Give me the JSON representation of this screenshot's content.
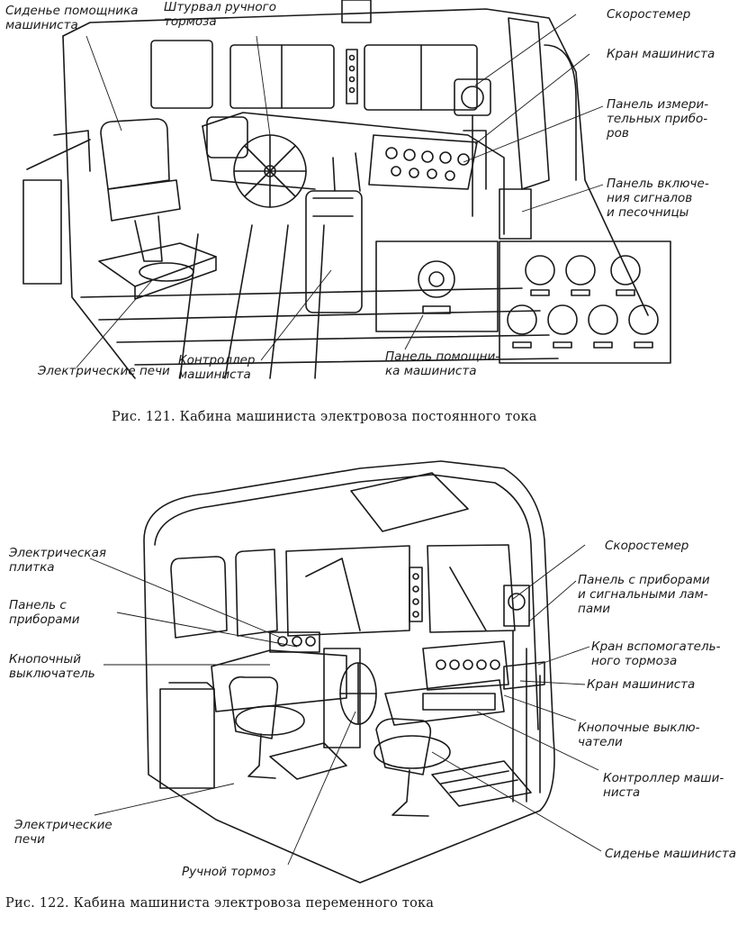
{
  "figure1": {
    "caption": "Рис. 121. Кабина машиниста электровоза постоянного тока",
    "labels": {
      "assistant_seat": "Сиденье помощника\nмашиниста",
      "hand_brake_wheel": "Штурвал ручного\nтормоза",
      "speedometer": "Скоростемер",
      "driver_valve": "Кран машиниста",
      "measuring_panel": "Панель измери-\nтельных прибо-\nров",
      "signal_panel": "Панель включе-\nния сигналов\nи песочницы",
      "electric_stoves": "Электрические печи",
      "controller": "Контроллер\nмашиниста",
      "assistant_panel": "Панель помощни-\nка машиниста"
    }
  },
  "figure2": {
    "caption": "Рис. 122. Кабина машиниста электровоза переменного тока",
    "labels": {
      "electric_tile": "Электрическая\nплитка",
      "instrument_panel": "Панель с\nприборами",
      "push_switch": "Кнопочный\nвыключатель",
      "electric_stoves": "Электрические\nпечи",
      "hand_brake": "Ручной тормоз",
      "speedometer": "Скоростемер",
      "lamp_panel": "Панель с приборами\nи сигнальными лам-\nпами",
      "aux_brake_valve": "Кран вспомогатель-\nного тормоза",
      "driver_valve": "Кран машиниста",
      "push_switches": "Кнопочные выклю-\nчатели",
      "controller": "Контроллер маши-\nниста",
      "driver_seat": "Сиденье машиниста"
    }
  }
}
